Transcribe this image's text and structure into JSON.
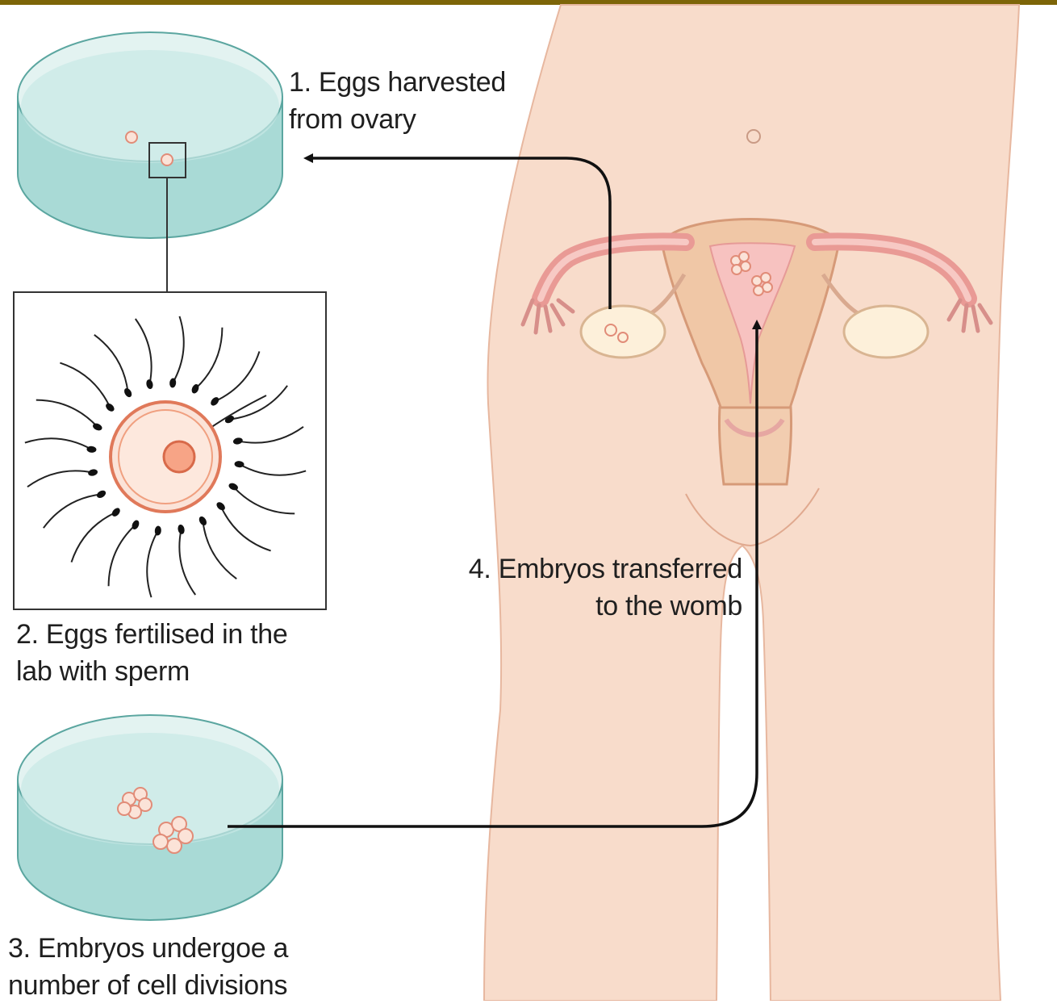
{
  "colors": {
    "frame_bar": "#7d6508",
    "skin": "#f8dccb",
    "skin_outline": "#e7b79f",
    "dish_fluid": "#a9dad6",
    "dish_rim": "#5ba6a0",
    "tube_pink": "#f2a8a3",
    "egg_orange": "#f0906a",
    "arrow": "#111111"
  },
  "icons": [
    "petri-dish-icon",
    "egg-cell-icon",
    "sperm-icon",
    "embryo-icon",
    "uterus-icon",
    "ovary-icon"
  ],
  "steps": [
    {
      "number": "1.",
      "lines": [
        "1. Eggs harvested",
        "from ovary"
      ]
    },
    {
      "number": "2.",
      "lines": [
        "2. Eggs fertilised in the",
        "lab with sperm"
      ]
    },
    {
      "number": "3.",
      "lines": [
        "3. Embryos undergoe a",
        "number of cell divisions"
      ]
    },
    {
      "number": "4.",
      "lines": [
        "4. Embryos transferred",
        "to the womb"
      ]
    }
  ]
}
